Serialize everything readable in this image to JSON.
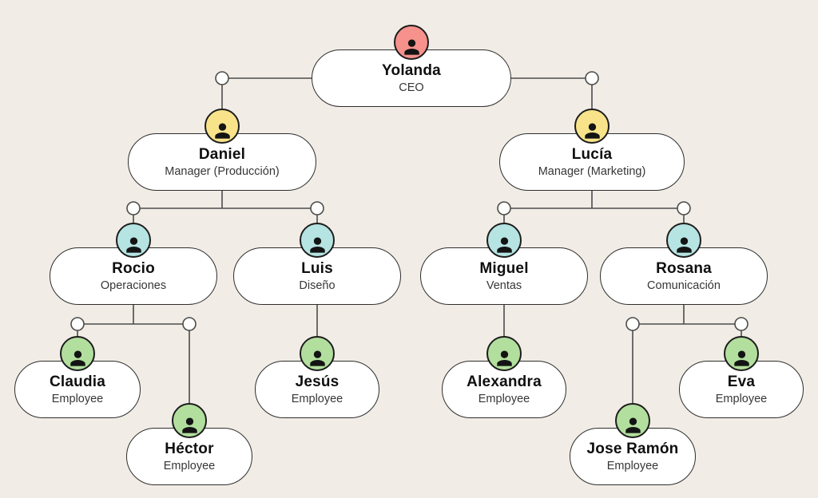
{
  "canvas": {
    "background": "#f1ece5"
  },
  "palette": {
    "node_fill": "#ffffff",
    "node_border": "#2e2e2e",
    "connector_line": "#4c4c4c",
    "avatar_ceo": "#f6918c",
    "avatar_manager": "#f8e38a",
    "avatar_team": "#b5e4e2",
    "avatar_employee": "#b2df9e"
  },
  "nodes": [
    {
      "name": "Yolanda",
      "role": "CEO",
      "level": "ceo",
      "avatar_color": "#f6918c",
      "reports_to": null
    },
    {
      "name": "Daniel",
      "role": "Manager (Producción)",
      "level": "manager",
      "avatar_color": "#f8e38a",
      "reports_to": "Yolanda"
    },
    {
      "name": "Lucía",
      "role": "Manager (Marketing)",
      "level": "manager",
      "avatar_color": "#f8e38a",
      "reports_to": "Yolanda"
    },
    {
      "name": "Rocio",
      "role": "Operaciones",
      "level": "team",
      "avatar_color": "#b5e4e2",
      "reports_to": "Daniel"
    },
    {
      "name": "Luis",
      "role": "Diseño",
      "level": "team",
      "avatar_color": "#b5e4e2",
      "reports_to": "Daniel"
    },
    {
      "name": "Miguel",
      "role": "Ventas",
      "level": "team",
      "avatar_color": "#b5e4e2",
      "reports_to": "Lucía"
    },
    {
      "name": "Rosana",
      "role": "Comunicación",
      "level": "team",
      "avatar_color": "#b5e4e2",
      "reports_to": "Lucía"
    },
    {
      "name": "Claudia",
      "role": "Employee",
      "level": "employee",
      "avatar_color": "#b2df9e",
      "reports_to": "Rocio"
    },
    {
      "name": "Héctor",
      "role": "Employee",
      "level": "employee",
      "avatar_color": "#b2df9e",
      "reports_to": "Rocio"
    },
    {
      "name": "Jesús",
      "role": "Employee",
      "level": "employee",
      "avatar_color": "#b2df9e",
      "reports_to": "Luis"
    },
    {
      "name": "Alexandra",
      "role": "Employee",
      "level": "employee",
      "avatar_color": "#b2df9e",
      "reports_to": "Miguel"
    },
    {
      "name": "Jose Ramón",
      "role": "Employee",
      "level": "employee",
      "avatar_color": "#b2df9e",
      "reports_to": "Rosana"
    },
    {
      "name": "Eva",
      "role": "Employee",
      "level": "employee",
      "avatar_color": "#b2df9e",
      "reports_to": "Rosana"
    }
  ]
}
